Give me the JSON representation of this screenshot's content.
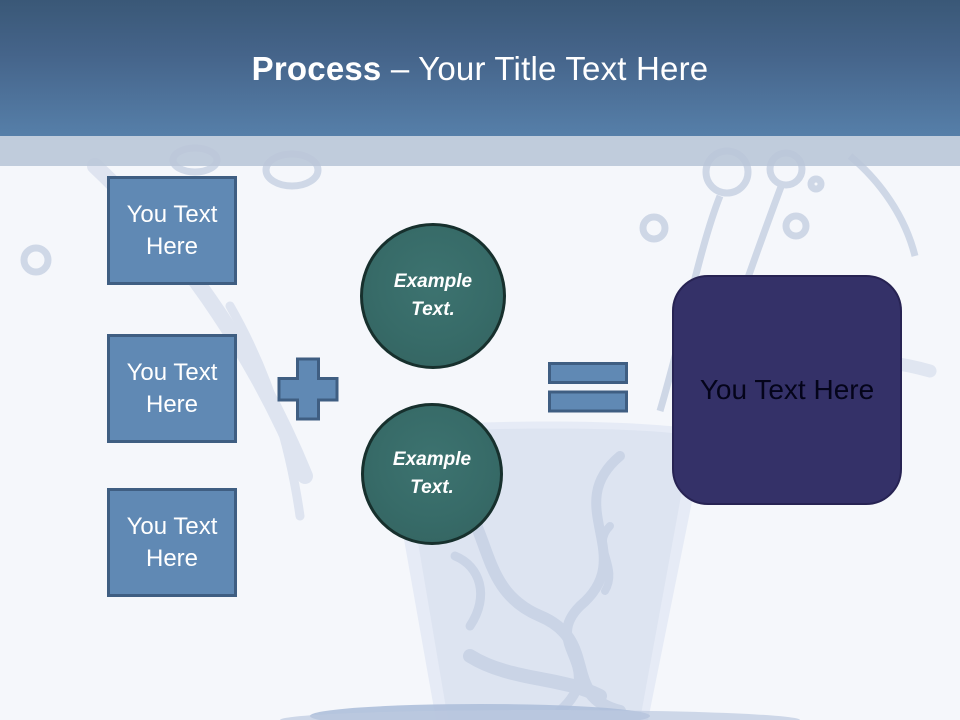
{
  "header": {
    "title_bold": "Process",
    "title_rest": " – Your Title Text Here"
  },
  "left_boxes": [
    {
      "label": "You Text Here"
    },
    {
      "label": "You Text Here"
    },
    {
      "label": "You Text Here"
    }
  ],
  "operators": {
    "plus_icon": "plus",
    "equals_icon": "equals"
  },
  "circles": [
    {
      "label": "Example Text."
    },
    {
      "label": "Example Text."
    }
  ],
  "result_box": {
    "label": "You Text Here"
  },
  "colors": {
    "header_gradient_top": "#3a5877",
    "header_gradient_bottom": "#567fa9",
    "divider_band": "#bac6d8",
    "canvas_background": "#f5f7fb",
    "process_box_fill": "#6089b4",
    "process_box_border": "#3f5e82",
    "circle_fill": "#376b68",
    "circle_border": "#17302d",
    "result_box_fill": "#343168",
    "title_text": "#ffffff",
    "watermark_tint": "#c5d0e3"
  }
}
